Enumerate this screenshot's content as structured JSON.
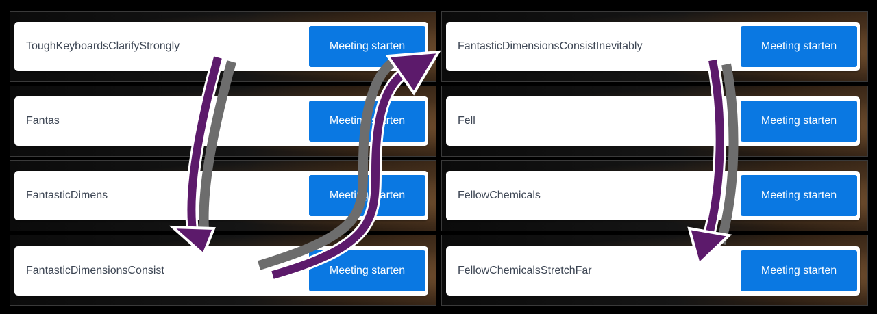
{
  "columns": [
    {
      "items": [
        {
          "name": "ToughKeyboardsClarifyStrongly",
          "button": "Meeting starten"
        },
        {
          "name": "Fantas",
          "button": "Meeting starten"
        },
        {
          "name": "FantasticDimens",
          "button": "Meeting starten"
        },
        {
          "name": "FantasticDimensionsConsist",
          "button": "Meeting starten"
        }
      ]
    },
    {
      "items": [
        {
          "name": "FantasticDimensionsConsistInevitably",
          "button": "Meeting starten"
        },
        {
          "name": "Fell",
          "button": "Meeting starten"
        },
        {
          "name": "FellowChemicals",
          "button": "Meeting starten"
        },
        {
          "name": "FellowChemicalsStretchFar",
          "button": "Meeting starten"
        }
      ]
    }
  ],
  "colors": {
    "button": "#0a78e2",
    "arrow": "#5c1a6b",
    "label": "#3d4654",
    "background": "#000000"
  },
  "icons": [
    "curved-arrow-down-icon",
    "curved-arrow-up-icon",
    "curved-arrow-down-icon"
  ]
}
